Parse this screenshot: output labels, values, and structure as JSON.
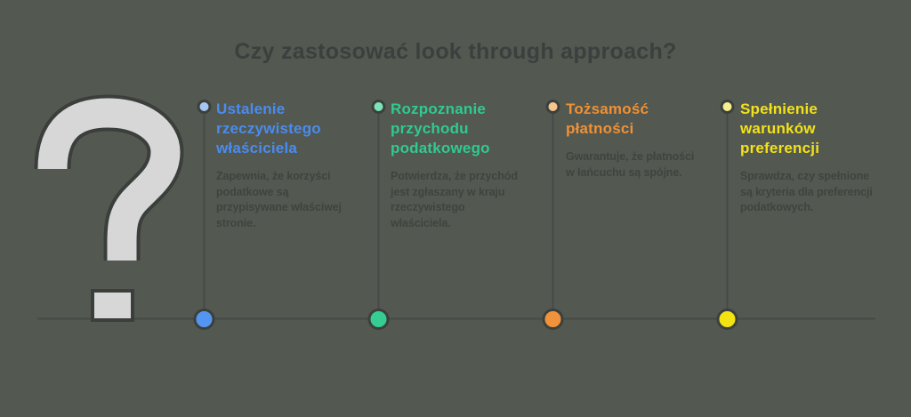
{
  "title": "Czy zastosować look through approach?",
  "icons": {
    "question_mark": "question-mark"
  },
  "colors": {
    "background": "#535851",
    "title_text": "#3b403e",
    "body_text": "#3f443f",
    "timeline_line": "#464a46",
    "node_outline": "#3c403d",
    "question_fill": "#d7d7d7",
    "question_outline": "#3b3f3c"
  },
  "columns": [
    {
      "id": "ustalenie-wlasciciela",
      "heading": [
        "Ustalenie",
        "rzeczywistego",
        "właściciela"
      ],
      "description": [
        "Zapewnia, że korzyści",
        "podatkowe są",
        "przypisywane właściwej",
        "stronie."
      ],
      "accent": "#4a8cee",
      "dot_color": "#5595f2",
      "marker_color": "#a6c6f2"
    },
    {
      "id": "rozpoznanie-przychodu",
      "heading": [
        "Rozpoznanie",
        "przychodu",
        "podatkowego"
      ],
      "description": [
        "Potwierdza, że przychód",
        "jest zgłaszany w kraju",
        "rzeczywistego",
        "właściciela."
      ],
      "accent": "#2fcb8e",
      "dot_color": "#35cd92",
      "marker_color": "#7ce3b7"
    },
    {
      "id": "tozsamosc-platnosci",
      "heading": [
        "Tożsamość",
        "płatności"
      ],
      "description": [
        "Gwarantuje, że płatności",
        "w łańcuchu są spójne."
      ],
      "accent": "#ef9134",
      "dot_color": "#f0923b",
      "marker_color": "#f5c48f"
    },
    {
      "id": "spelnienie-warunkow",
      "heading": [
        "Spełnienie",
        "warunków",
        "preferencji"
      ],
      "description": [
        "Sprawdza, czy spełnione",
        "są kryteria dla preferencji",
        "podatkowych."
      ],
      "accent": "#f2e21a",
      "dot_color": "#f4e312",
      "marker_color": "#f7ee8c"
    }
  ]
}
